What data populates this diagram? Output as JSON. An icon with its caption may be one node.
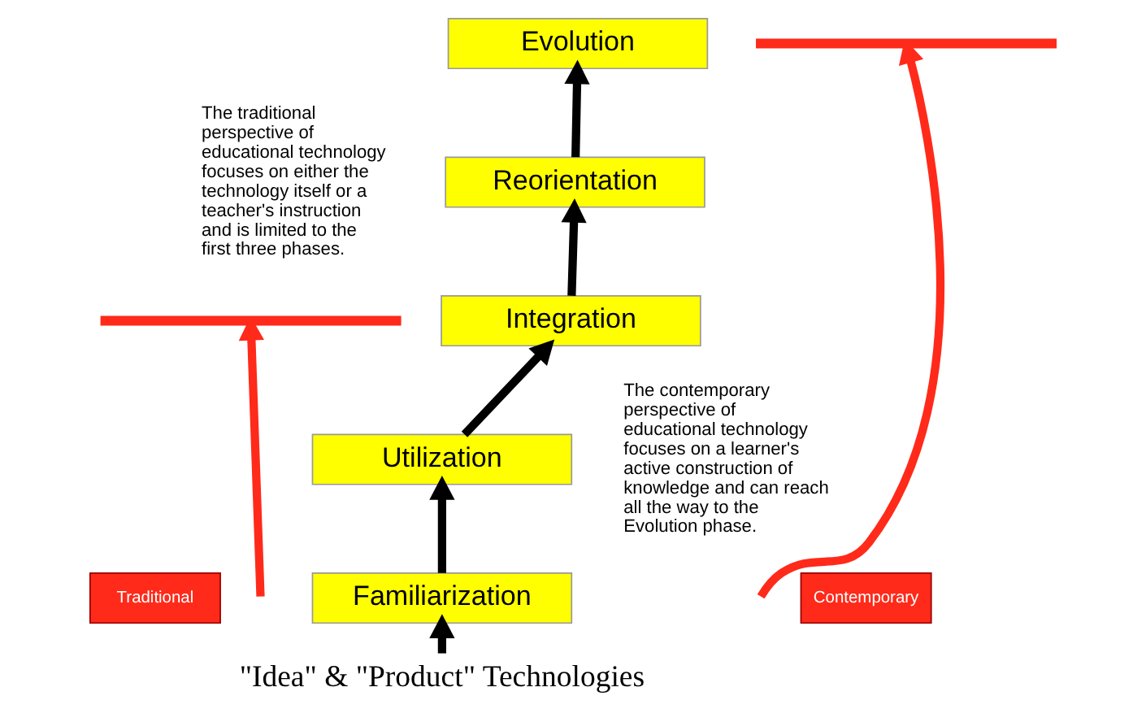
{
  "diagram": {
    "nodes": [
      {
        "text": [
          "Evolution"
        ]
      },
      {
        "text": [
          "Reorientation"
        ]
      },
      {
        "text": [
          "Integration"
        ]
      },
      {
        "text": [
          "Utilization"
        ]
      },
      {
        "text": [
          "Familiarization"
        ]
      },
      {
        "text": [
          "\"Idea\" & \"Product\" Technologies"
        ]
      },
      {
        "text": [
          "Traditional"
        ]
      },
      {
        "text": [
          "Contemporary"
        ]
      },
      {
        "text": [],
        "shape": "bar"
      },
      {
        "text": [],
        "shape": "bar"
      }
    ],
    "edges": [
      {
        "from": 5,
        "to": 4,
        "arrow": "to"
      },
      {
        "from": 4,
        "to": 3,
        "arrow": "to"
      },
      {
        "from": 3,
        "to": 2,
        "arrow": "to"
      },
      {
        "from": 2,
        "to": 1,
        "arrow": "to"
      },
      {
        "from": 1,
        "to": 0,
        "arrow": "to"
      },
      {
        "from": null,
        "to": 8,
        "arrow": "to",
        "color": "#ff2a1a"
      },
      {
        "from": null,
        "to": 9,
        "arrow": "to",
        "color": "#ff2a1a"
      }
    ],
    "labels": [
      "The traditional perspective of educational technology focuses on either the technology itself or a teacher's instruction and is limited to the first three phases.",
      "The contemporary perspective of educational technology focuses on a learner's active construction of knowledge and can reach all the way to the Evolution phase."
    ]
  }
}
